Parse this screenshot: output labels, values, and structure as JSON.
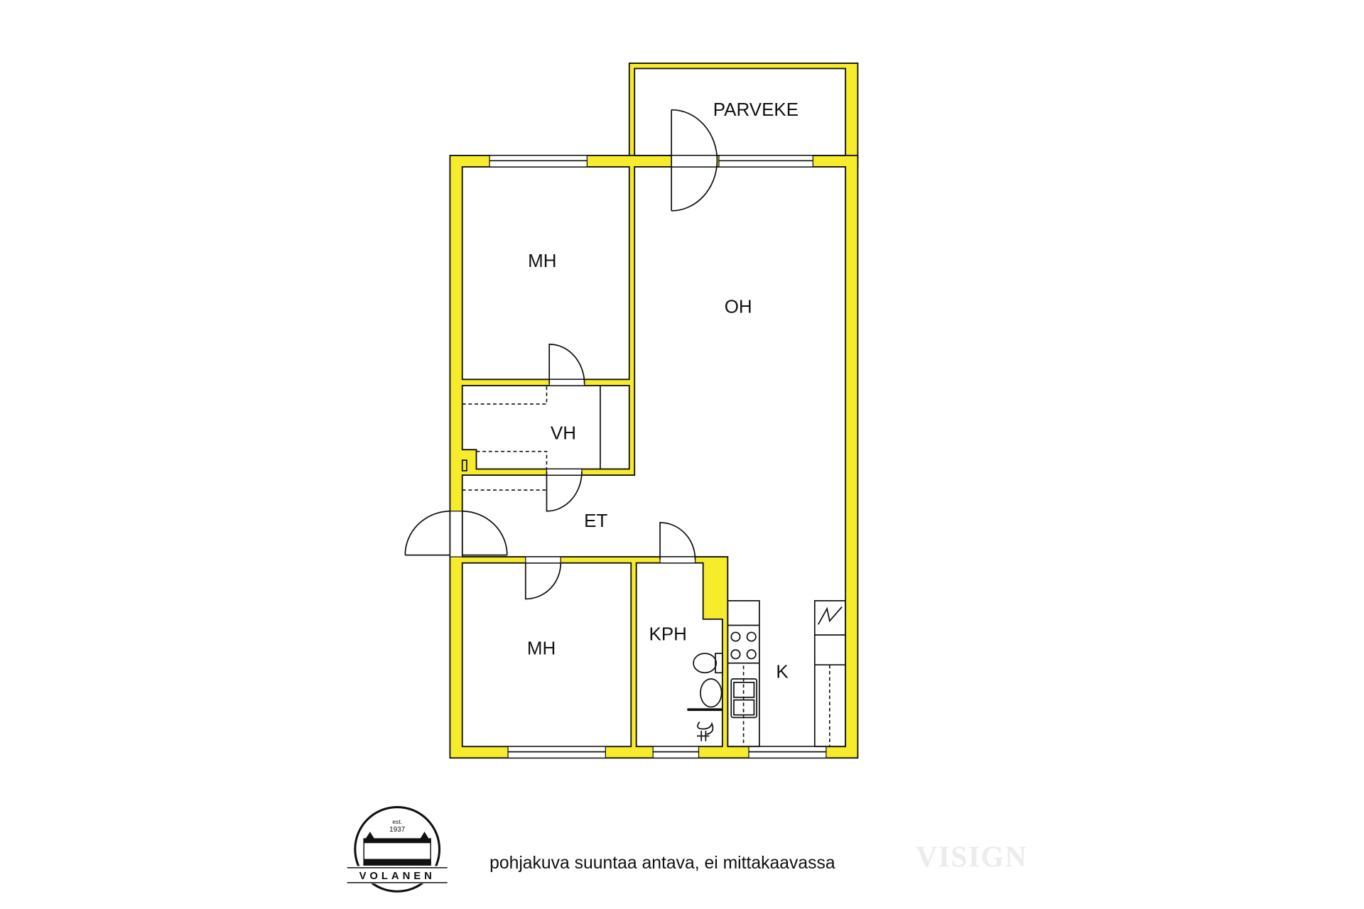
{
  "rooms": {
    "balcony": "PARVEKE",
    "bedroom_1": "MH",
    "living_room": "OH",
    "wardrobe": "VH",
    "hall": "ET",
    "bedroom_2": "MH",
    "bathroom": "KPH",
    "kitchen": "K"
  },
  "footer": {
    "note": "pohjakuva suuntaa antava, ei mittakaavassa",
    "watermark": "VISIGN"
  },
  "logo": {
    "est": "est.",
    "year": "1937",
    "name": "VOLANEN"
  },
  "colors": {
    "wall": "#f7ec2c",
    "line": "#111111"
  }
}
